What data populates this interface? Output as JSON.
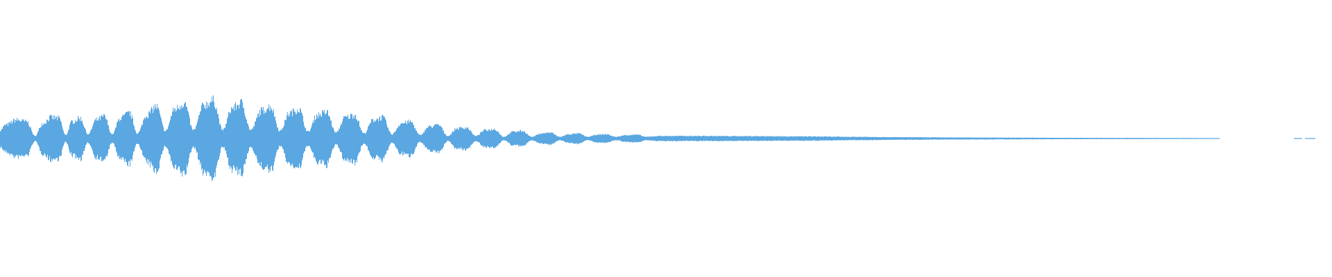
{
  "waveform": {
    "color": "#5aa7e1",
    "background": "#ffffff",
    "envelope": {
      "description_note": "",
      "points": [
        [
          0.0,
          0.1
        ],
        [
          0.004,
          0.16
        ],
        [
          0.012,
          0.22
        ],
        [
          0.02,
          0.2
        ],
        [
          0.026,
          0.03
        ],
        [
          0.032,
          0.18
        ],
        [
          0.038,
          0.25
        ],
        [
          0.044,
          0.24
        ],
        [
          0.049,
          0.04
        ],
        [
          0.054,
          0.2
        ],
        [
          0.06,
          0.24
        ],
        [
          0.066,
          0.05
        ],
        [
          0.072,
          0.22
        ],
        [
          0.078,
          0.26
        ],
        [
          0.084,
          0.05
        ],
        [
          0.09,
          0.24
        ],
        [
          0.097,
          0.3
        ],
        [
          0.103,
          0.06
        ],
        [
          0.11,
          0.28
        ],
        [
          0.117,
          0.38
        ],
        [
          0.124,
          0.09
        ],
        [
          0.131,
          0.35
        ],
        [
          0.138,
          0.42
        ],
        [
          0.145,
          0.1
        ],
        [
          0.153,
          0.4
        ],
        [
          0.16,
          0.45
        ],
        [
          0.167,
          0.1
        ],
        [
          0.174,
          0.36
        ],
        [
          0.181,
          0.42
        ],
        [
          0.188,
          0.1
        ],
        [
          0.196,
          0.33
        ],
        [
          0.203,
          0.38
        ],
        [
          0.21,
          0.09
        ],
        [
          0.217,
          0.3
        ],
        [
          0.224,
          0.35
        ],
        [
          0.231,
          0.08
        ],
        [
          0.238,
          0.28
        ],
        [
          0.245,
          0.31
        ],
        [
          0.252,
          0.07
        ],
        [
          0.259,
          0.25
        ],
        [
          0.266,
          0.28
        ],
        [
          0.273,
          0.06
        ],
        [
          0.28,
          0.22
        ],
        [
          0.287,
          0.25
        ],
        [
          0.294,
          0.05
        ],
        [
          0.301,
          0.18
        ],
        [
          0.308,
          0.2
        ],
        [
          0.315,
          0.04
        ],
        [
          0.322,
          0.14
        ],
        [
          0.329,
          0.16
        ],
        [
          0.336,
          0.03
        ],
        [
          0.343,
          0.12
        ],
        [
          0.35,
          0.13
        ],
        [
          0.357,
          0.03
        ],
        [
          0.364,
          0.1
        ],
        [
          0.371,
          0.11
        ],
        [
          0.378,
          0.02
        ],
        [
          0.385,
          0.08
        ],
        [
          0.392,
          0.09
        ],
        [
          0.399,
          0.02
        ],
        [
          0.406,
          0.06
        ],
        [
          0.413,
          0.07
        ],
        [
          0.42,
          0.02
        ],
        [
          0.427,
          0.05
        ],
        [
          0.434,
          0.06
        ],
        [
          0.441,
          0.02
        ],
        [
          0.448,
          0.045
        ],
        [
          0.455,
          0.05
        ],
        [
          0.462,
          0.02
        ],
        [
          0.47,
          0.04
        ],
        [
          0.478,
          0.045
        ],
        [
          0.485,
          0.02
        ],
        [
          0.495,
          0.03
        ],
        [
          0.52,
          0.03
        ],
        [
          0.56,
          0.028
        ],
        [
          0.6,
          0.025
        ],
        [
          0.64,
          0.02
        ],
        [
          0.68,
          0.015
        ],
        [
          0.72,
          0.012
        ],
        [
          0.76,
          0.01
        ],
        [
          0.8,
          0.008
        ],
        [
          0.84,
          0.007
        ],
        [
          0.88,
          0.006
        ],
        [
          0.912,
          0.005
        ],
        [
          0.916,
          0.0
        ],
        [
          0.97,
          0.0
        ],
        [
          0.975,
          0.004
        ],
        [
          0.978,
          0.0
        ],
        [
          0.985,
          0.004
        ],
        [
          0.988,
          0.0
        ],
        [
          1.0,
          0.0
        ]
      ]
    }
  }
}
